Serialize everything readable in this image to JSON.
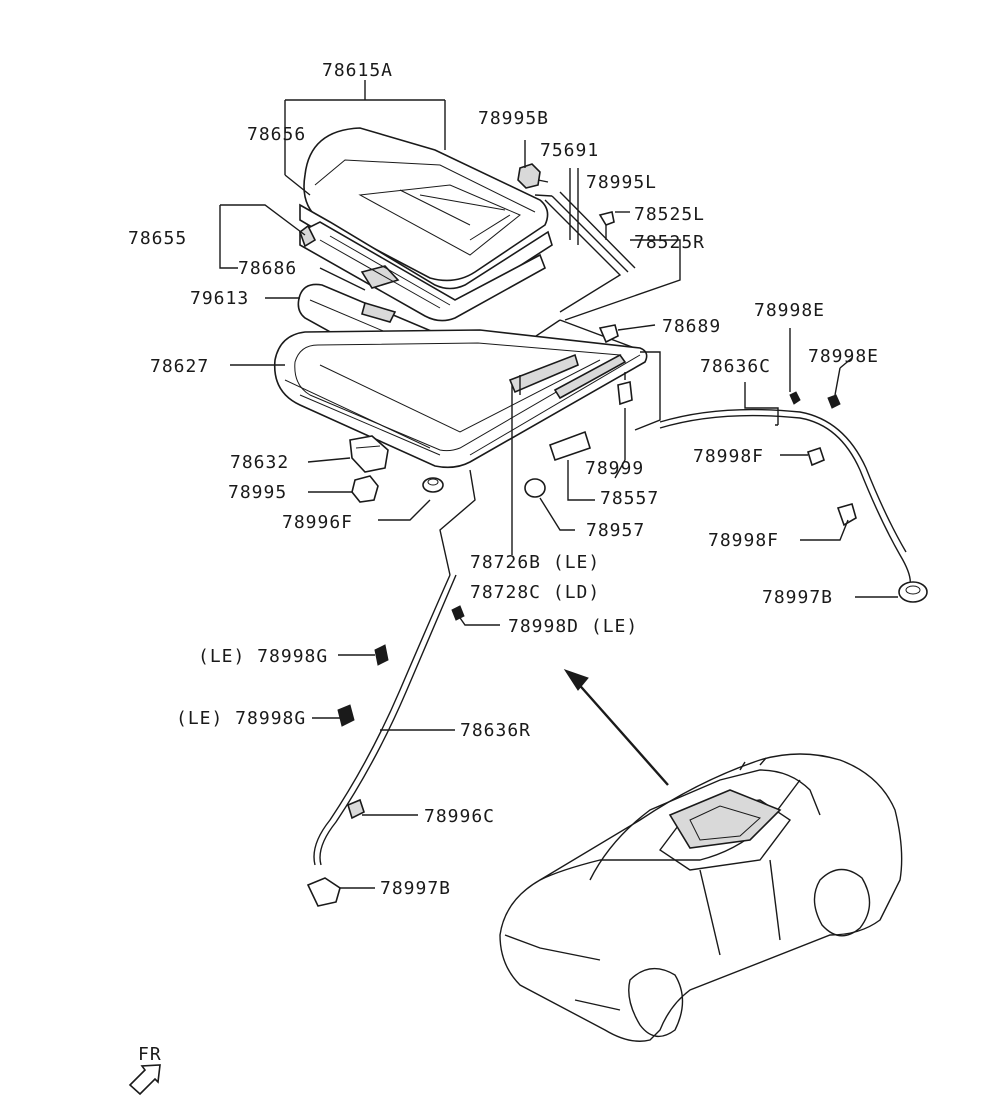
{
  "labels": {
    "p78615A": "78615A",
    "p78656": "78656",
    "p78995B": "78995B",
    "p75691": "75691",
    "p78995L": "78995L",
    "p78525L": "78525L",
    "p78525R": "78525R",
    "p78655": "78655",
    "p78686": "78686",
    "p79613": "79613",
    "p78689": "78689",
    "p78998E_1": "78998E",
    "p78998E_2": "78998E",
    "p78636C": "78636C",
    "p78627": "78627",
    "p78632": "78632",
    "p78995": "78995",
    "p78996F": "78996F",
    "p78999": "78999",
    "p78557": "78557",
    "p78957": "78957",
    "p78998F_1": "78998F",
    "p78998F_2": "78998F",
    "p78997B_right": "78997B",
    "p78726B": "78726B (LE)",
    "p78728C": "78728C (LD)",
    "p78998D": "78998D (LE)",
    "p78998G_1": "(LE) 78998G",
    "p78998G_2": "(LE) 78998G",
    "p78636R": "78636R",
    "p78996C": "78996C",
    "p78997B_left": "78997B",
    "fr": "FR"
  }
}
